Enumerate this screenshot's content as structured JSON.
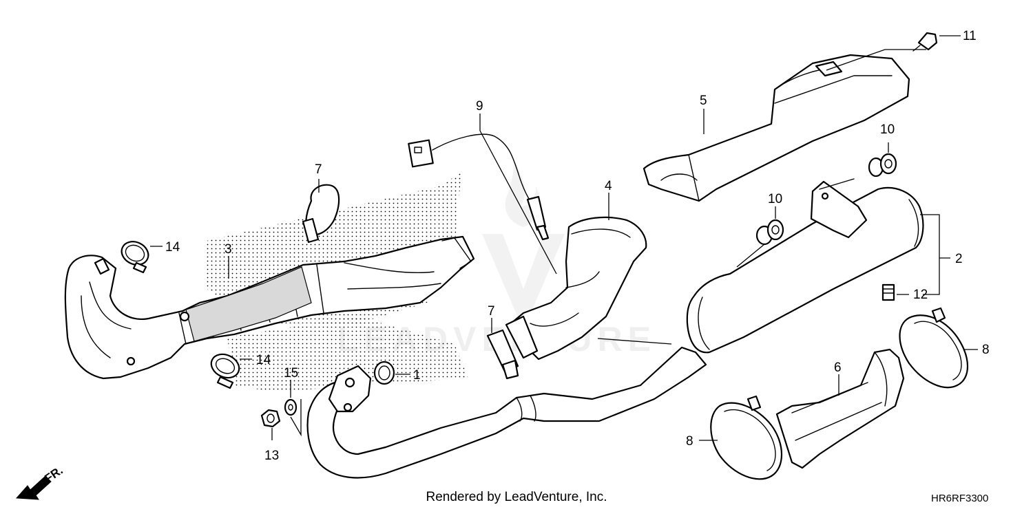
{
  "callouts": {
    "c1": "1",
    "c2": "2",
    "c3": "3",
    "c4": "4",
    "c5": "5",
    "c6": "6",
    "c7a": "7",
    "c7b": "7",
    "c8a": "8",
    "c8b": "8",
    "c9": "9",
    "c10a": "10",
    "c10b": "10",
    "c11": "11",
    "c12": "12",
    "c13": "13",
    "c14a": "14",
    "c14b": "14",
    "c15": "15"
  },
  "watermark": "LEADVENTURE",
  "direction_label": "FR.",
  "footer": {
    "rendered_by": "Rendered by LeadVenture, Inc."
  },
  "diagram_code": "HR6RF3300"
}
